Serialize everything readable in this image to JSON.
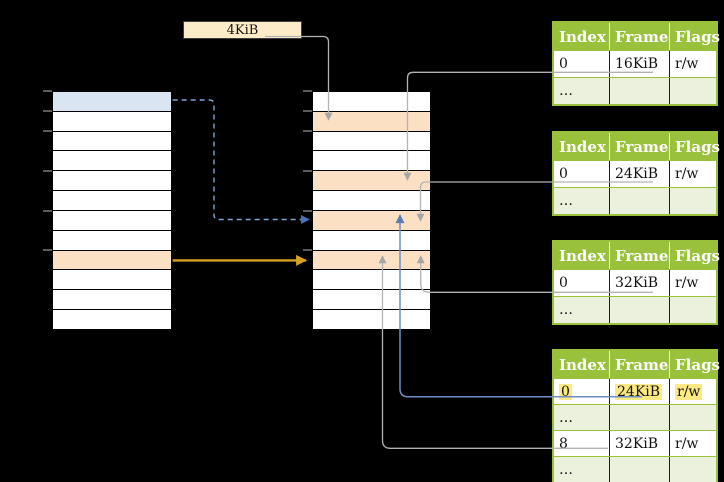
{
  "page_size_label": "4KiB",
  "colors": {
    "green_header": "#9ac13c",
    "light_green_row": "#ebf1dc",
    "orange_row": "#fce0c4",
    "blue_row": "#d9e5f3",
    "wheat_label": "#fdecc8",
    "highlight_yellow": "#fbe983",
    "gray_line": "#b3b3b3",
    "gray_arrow": "#a6a6a6",
    "blue_line": "#6f8ec4",
    "blue_arrow": "#5b7cb8",
    "dashed_blue_line": "#80a3d6",
    "dashed_blue_arrow": "#4a72b8",
    "orange_line": "#d6a220"
  },
  "left_stack": {
    "row_count": 12,
    "rows": [
      "blue",
      "",
      "",
      "",
      "",
      "",
      "",
      "",
      "orange",
      "",
      "",
      ""
    ],
    "tick_indices": [
      0,
      1,
      2,
      4,
      6,
      8
    ]
  },
  "middle_stack": {
    "row_count": 12,
    "rows": [
      "",
      "orange",
      "",
      "",
      "orange",
      "",
      "orange",
      "",
      "orange",
      "",
      "",
      ""
    ],
    "tick_indices": [
      0,
      1,
      2,
      4,
      6,
      8
    ]
  },
  "tables": [
    {
      "headers": [
        "Index",
        "Frame",
        "Flags"
      ],
      "rows": [
        {
          "cells": [
            "0",
            "16KiB",
            "r/w"
          ],
          "variant": "plain",
          "highlight": false
        },
        {
          "cells": [
            "…",
            "",
            ""
          ],
          "variant": "alt",
          "highlight": false
        }
      ]
    },
    {
      "headers": [
        "Index",
        "Frame",
        "Flags"
      ],
      "rows": [
        {
          "cells": [
            "0",
            "24KiB",
            "r/w"
          ],
          "variant": "plain",
          "highlight": false
        },
        {
          "cells": [
            "…",
            "",
            ""
          ],
          "variant": "alt",
          "highlight": false
        }
      ]
    },
    {
      "headers": [
        "Index",
        "Frame",
        "Flags"
      ],
      "rows": [
        {
          "cells": [
            "0",
            "32KiB",
            "r/w"
          ],
          "variant": "plain",
          "highlight": false
        },
        {
          "cells": [
            "…",
            "",
            ""
          ],
          "variant": "alt",
          "highlight": false
        }
      ]
    },
    {
      "headers": [
        "Index",
        "Frame",
        "Flags"
      ],
      "rows": [
        {
          "cells": [
            "0",
            "24KiB",
            "r/w"
          ],
          "variant": "plain",
          "highlight": true
        },
        {
          "cells": [
            "…",
            "",
            ""
          ],
          "variant": "alt",
          "highlight": false
        },
        {
          "cells": [
            "8",
            "32KiB",
            "r/w"
          ],
          "variant": "plain",
          "highlight": false
        },
        {
          "cells": [
            "…",
            "",
            ""
          ],
          "variant": "alt",
          "highlight": false
        }
      ]
    }
  ]
}
